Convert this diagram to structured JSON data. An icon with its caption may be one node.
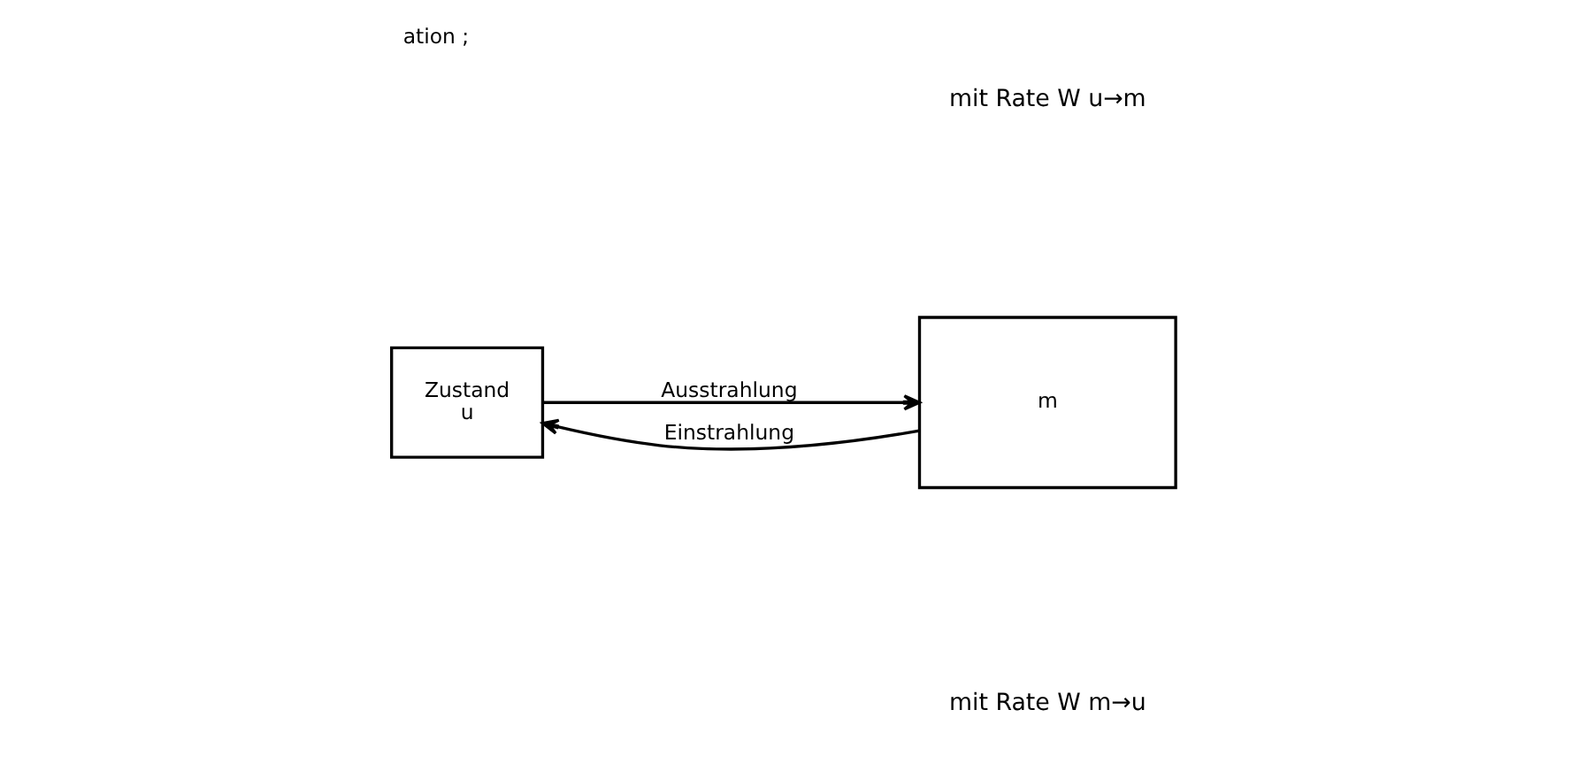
{
  "diagram": {
    "title": "ation ;",
    "nodes": [
      {
        "text": [
          "Zustand",
          "u"
        ]
      },
      {
        "text": [
          "m"
        ]
      }
    ],
    "edges": [
      {
        "from": 0,
        "to": 1,
        "arrow": "to",
        "label": "Ausstrahlung"
      },
      {
        "from": 1,
        "to": 0,
        "arrow": "to",
        "label": "Einstrahlung"
      }
    ],
    "labels": [
      "mit Rate W u→m",
      "mit Rate W m→u"
    ]
  }
}
